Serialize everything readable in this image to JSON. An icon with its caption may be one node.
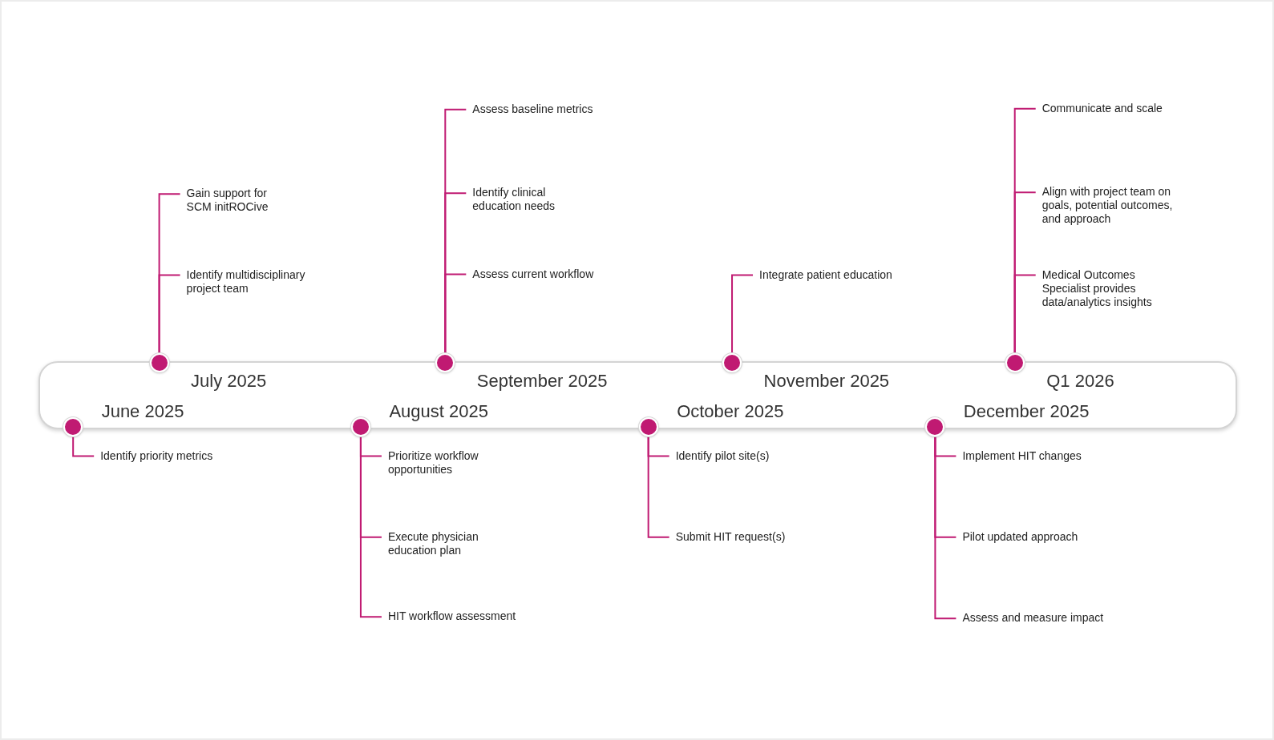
{
  "diagram": {
    "nodes": [
      {
        "text": [],
        "shape": "circle",
        "beside": [
          "June 2025"
        ]
      },
      {
        "text": [
          "Identify priority metrics"
        ]
      },
      {
        "text": [],
        "shape": "circle",
        "beside": [
          "July 2025"
        ]
      },
      {
        "text": [
          "Gain support for SCM initROCive"
        ]
      },
      {
        "text": [
          "Identify multidisciplinary project team"
        ]
      },
      {
        "text": [],
        "shape": "circle",
        "beside": [
          "August 2025"
        ]
      },
      {
        "text": [
          "Prioritize workflow opportunities"
        ]
      },
      {
        "text": [
          "Execute physician education plan"
        ]
      },
      {
        "text": [
          "HIT workflow assessment"
        ]
      },
      {
        "text": [],
        "shape": "circle",
        "beside": [
          "September 2025"
        ]
      },
      {
        "text": [
          "Assess baseline metrics"
        ]
      },
      {
        "text": [
          "Identify clinical education needs"
        ]
      },
      {
        "text": [
          "Assess current workflow"
        ]
      },
      {
        "text": [],
        "shape": "circle",
        "beside": [
          "October 2025"
        ]
      },
      {
        "text": [
          "Identify pilot site(s)"
        ]
      },
      {
        "text": [
          "Submit HIT request(s)"
        ]
      },
      {
        "text": [],
        "shape": "circle",
        "beside": [
          "November 2025"
        ]
      },
      {
        "text": [
          "Integrate patient education"
        ]
      },
      {
        "text": [],
        "shape": "circle",
        "beside": [
          "December 2025"
        ]
      },
      {
        "text": [
          "Implement HIT changes"
        ]
      },
      {
        "text": [
          "Pilot updated approach"
        ]
      },
      {
        "text": [
          "Assess and measure impact"
        ]
      },
      {
        "text": [],
        "shape": "circle",
        "beside": [
          "Q1 2026"
        ]
      },
      {
        "text": [
          "Communicate and scale"
        ]
      },
      {
        "text": [
          "Align with project team on goals, potential outcomes, and approach"
        ]
      },
      {
        "text": [
          "Medical Outcomes Specialist provides data/analytics insights"
        ]
      }
    ],
    "edges": [
      {
        "from": 0,
        "to": 1,
        "arrow": "none"
      },
      {
        "from": 2,
        "to": 3,
        "arrow": "none"
      },
      {
        "from": 2,
        "to": 4,
        "arrow": "none"
      },
      {
        "from": 5,
        "to": 6,
        "arrow": "none"
      },
      {
        "from": 5,
        "to": 7,
        "arrow": "none"
      },
      {
        "from": 5,
        "to": 8,
        "arrow": "none"
      },
      {
        "from": 9,
        "to": 10,
        "arrow": "none"
      },
      {
        "from": 9,
        "to": 11,
        "arrow": "none"
      },
      {
        "from": 9,
        "to": 12,
        "arrow": "none"
      },
      {
        "from": 13,
        "to": 14,
        "arrow": "none"
      },
      {
        "from": 13,
        "to": 15,
        "arrow": "none"
      },
      {
        "from": 16,
        "to": 17,
        "arrow": "none"
      },
      {
        "from": 18,
        "to": 19,
        "arrow": "none"
      },
      {
        "from": 18,
        "to": 20,
        "arrow": "none"
      },
      {
        "from": 18,
        "to": 21,
        "arrow": "none"
      },
      {
        "from": 22,
        "to": 23,
        "arrow": "none"
      },
      {
        "from": 22,
        "to": 24,
        "arrow": "none"
      },
      {
        "from": 22,
        "to": 25,
        "arrow": "none"
      }
    ]
  }
}
